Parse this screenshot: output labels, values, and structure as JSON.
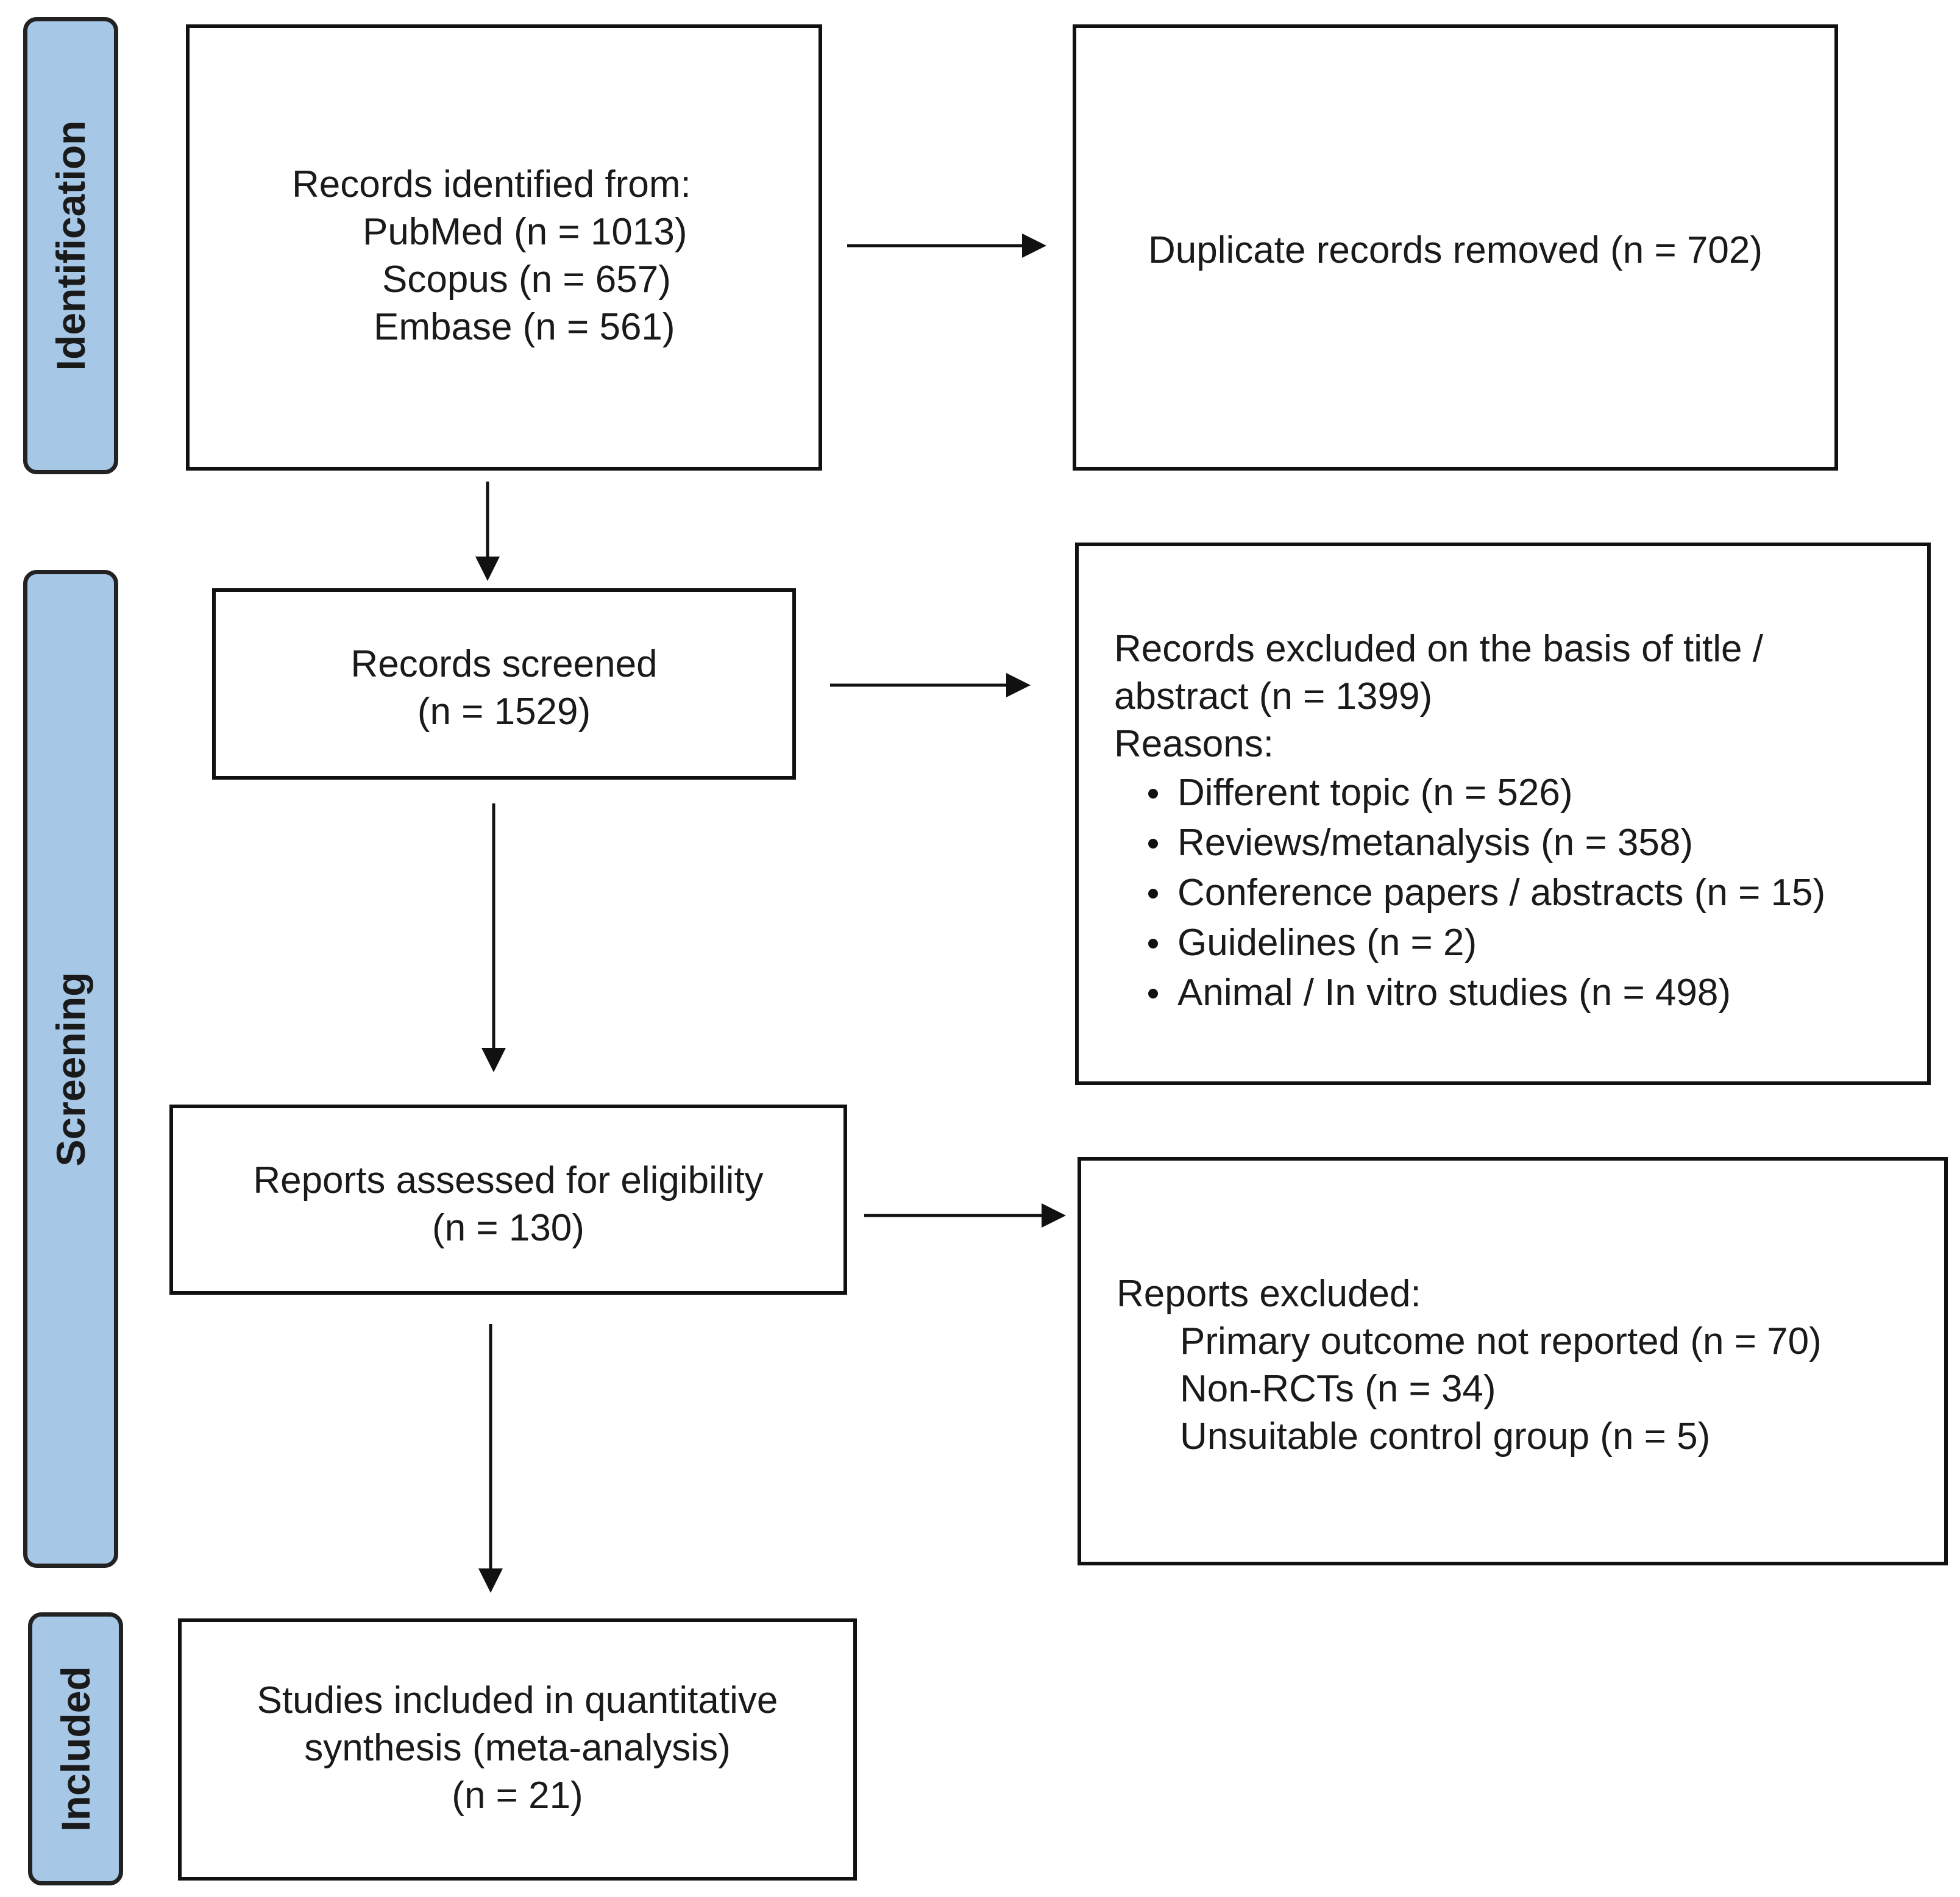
{
  "phases": {
    "identification": "Identification",
    "screening": "Screening",
    "included": "Included"
  },
  "identified": {
    "heading": "Records identified from:",
    "sources": [
      "PubMed (n = 1013)",
      "Scopus (n = 657)",
      "Embase (n = 561)"
    ]
  },
  "duplicates": {
    "text": "Duplicate records removed (n = 702)"
  },
  "screened": {
    "line1": "Records screened",
    "line2": "(n = 1529)"
  },
  "excluded_title": {
    "line1": "Records excluded on the basis of title /",
    "line2": "abstract (n = 1399)",
    "reasons_label": "Reasons:",
    "reasons": [
      "Different topic (n = 526)",
      "Reviews/metanalysis (n = 358)",
      "Conference papers / abstracts (n = 15)",
      "Guidelines (n = 2)",
      "Animal / In vitro studies (n = 498)"
    ]
  },
  "eligibility": {
    "line1": "Reports assessed for eligibility",
    "line2": "(n = 130)"
  },
  "reports_excluded": {
    "heading": "Reports excluded:",
    "items": [
      "Primary outcome not reported (n = 70)",
      "Non-RCTs (n = 34)",
      "Unsuitable control group (n = 5)"
    ]
  },
  "included": {
    "line1": "Studies included in quantitative",
    "line2": "synthesis (meta-analysis)",
    "line3": "(n = 21)"
  }
}
